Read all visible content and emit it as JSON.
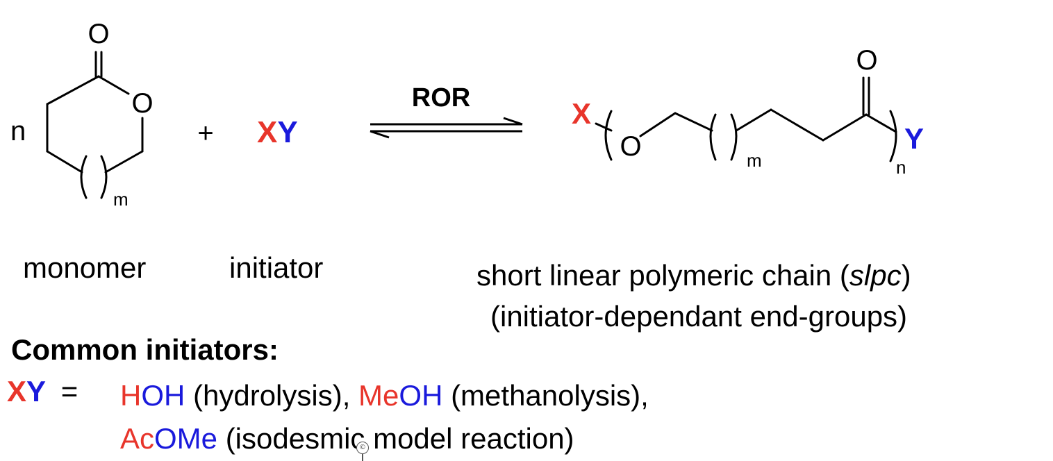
{
  "monomer": {
    "carbonyl_o": "O",
    "ring_o": "O",
    "n": "n",
    "m": "m",
    "caption": "monomer"
  },
  "plus": "+",
  "initiator": {
    "x": "X",
    "y": "Y",
    "caption": "initiator"
  },
  "reaction": {
    "label": "ROR"
  },
  "product": {
    "x": "X",
    "o": "O",
    "carbonyl_o": "O",
    "m": "m",
    "n": "n",
    "y": "Y",
    "caption_line1_prefix": "short linear polymeric chain (",
    "caption_line1_italic": "slpc",
    "caption_line1_suffix": ")",
    "caption_line2": "(initiator-dependant end-groups)"
  },
  "common": {
    "heading": "Common initiators:",
    "xy_x": "X",
    "xy_y": "Y",
    "equals": "=",
    "line1": [
      {
        "text": "H",
        "color": "red"
      },
      {
        "text": "OH",
        "color": "blue"
      },
      {
        "text": " (hydrolysis), ",
        "color": "black"
      },
      {
        "text": "Me",
        "color": "red"
      },
      {
        "text": "OH",
        "color": "blue"
      },
      {
        "text": " (methanolysis),",
        "color": "black"
      }
    ],
    "line2": [
      {
        "text": "Ac",
        "color": "red"
      },
      {
        "text": "OMe",
        "color": "blue"
      },
      {
        "text": " (isodesmic model reaction)",
        "color": "black"
      }
    ]
  },
  "colors": {
    "red": "#e8352b",
    "blue": "#1a1adc",
    "black": "#000000"
  }
}
